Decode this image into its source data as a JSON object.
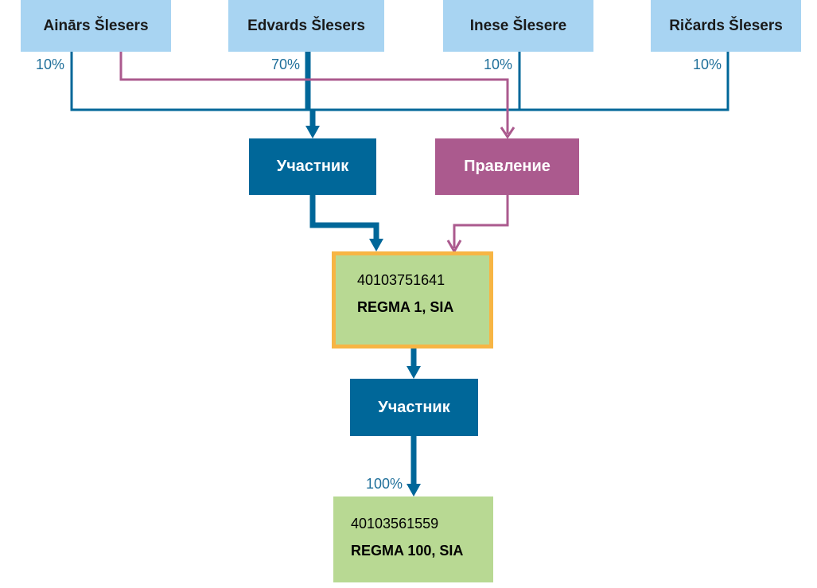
{
  "shareholders": [
    {
      "name": "Ainārs Šlesers",
      "share": "10%"
    },
    {
      "name": "Edvards Šlesers",
      "share": "70%"
    },
    {
      "name": "Inese Šlesere",
      "share": "10%"
    },
    {
      "name": "Ričards Šlesers",
      "share": "10%"
    }
  ],
  "roles": {
    "member_top": "Участник",
    "board": "Правление",
    "member_bottom": "Участник"
  },
  "companies": [
    {
      "code": "40103751641",
      "name": "REGMA 1, SIA"
    },
    {
      "code": "40103561559",
      "name": "REGMA 100, SIA",
      "share": "100%"
    }
  ],
  "colors": {
    "person": "#a8d4f2",
    "member": "#006799",
    "board": "#ab5a8e",
    "company": "#b8d993",
    "highlight": "#f7b544"
  }
}
